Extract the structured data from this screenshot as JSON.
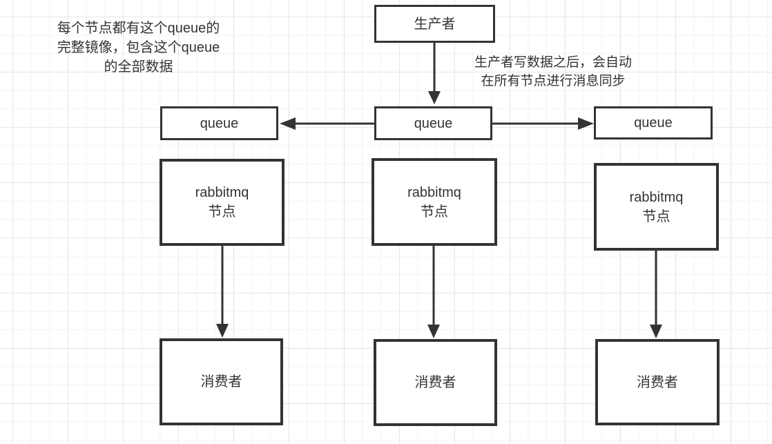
{
  "colors": {
    "background": "#ffffff",
    "grid_minor": "#f2f2f2",
    "grid_major": "#e6e6e6",
    "stroke": "#333333",
    "text": "#333333"
  },
  "nodes": {
    "producer": {
      "label": "生产者"
    },
    "queue_left": {
      "label": "queue"
    },
    "queue_center": {
      "label": "queue"
    },
    "queue_right": {
      "label": "queue"
    },
    "rabbitmq_left": {
      "label": "rabbitmq\n节点"
    },
    "rabbitmq_center": {
      "label": "rabbitmq\n节点"
    },
    "rabbitmq_right": {
      "label": "rabbitmq\n节点"
    },
    "consumer_left": {
      "label": "消费者"
    },
    "consumer_center": {
      "label": "消费者"
    },
    "consumer_right": {
      "label": "消费者"
    }
  },
  "notes": {
    "mirror_note": "每个节点都有这个queue的\n完整镜像，包含这个queue\n的全部数据",
    "sync_note": "生产者写数据之后，会自动\n在所有节点进行消息同步"
  }
}
